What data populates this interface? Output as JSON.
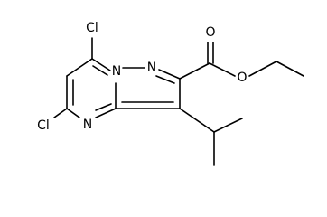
{
  "molecule": {
    "atoms": {
      "cl_top": "Cl",
      "cl_left": "Cl",
      "n_pyridine": "N",
      "n_bridge": "N",
      "n_pyrazole": "N",
      "o_carbonyl": "O",
      "o_ester": "O"
    }
  }
}
